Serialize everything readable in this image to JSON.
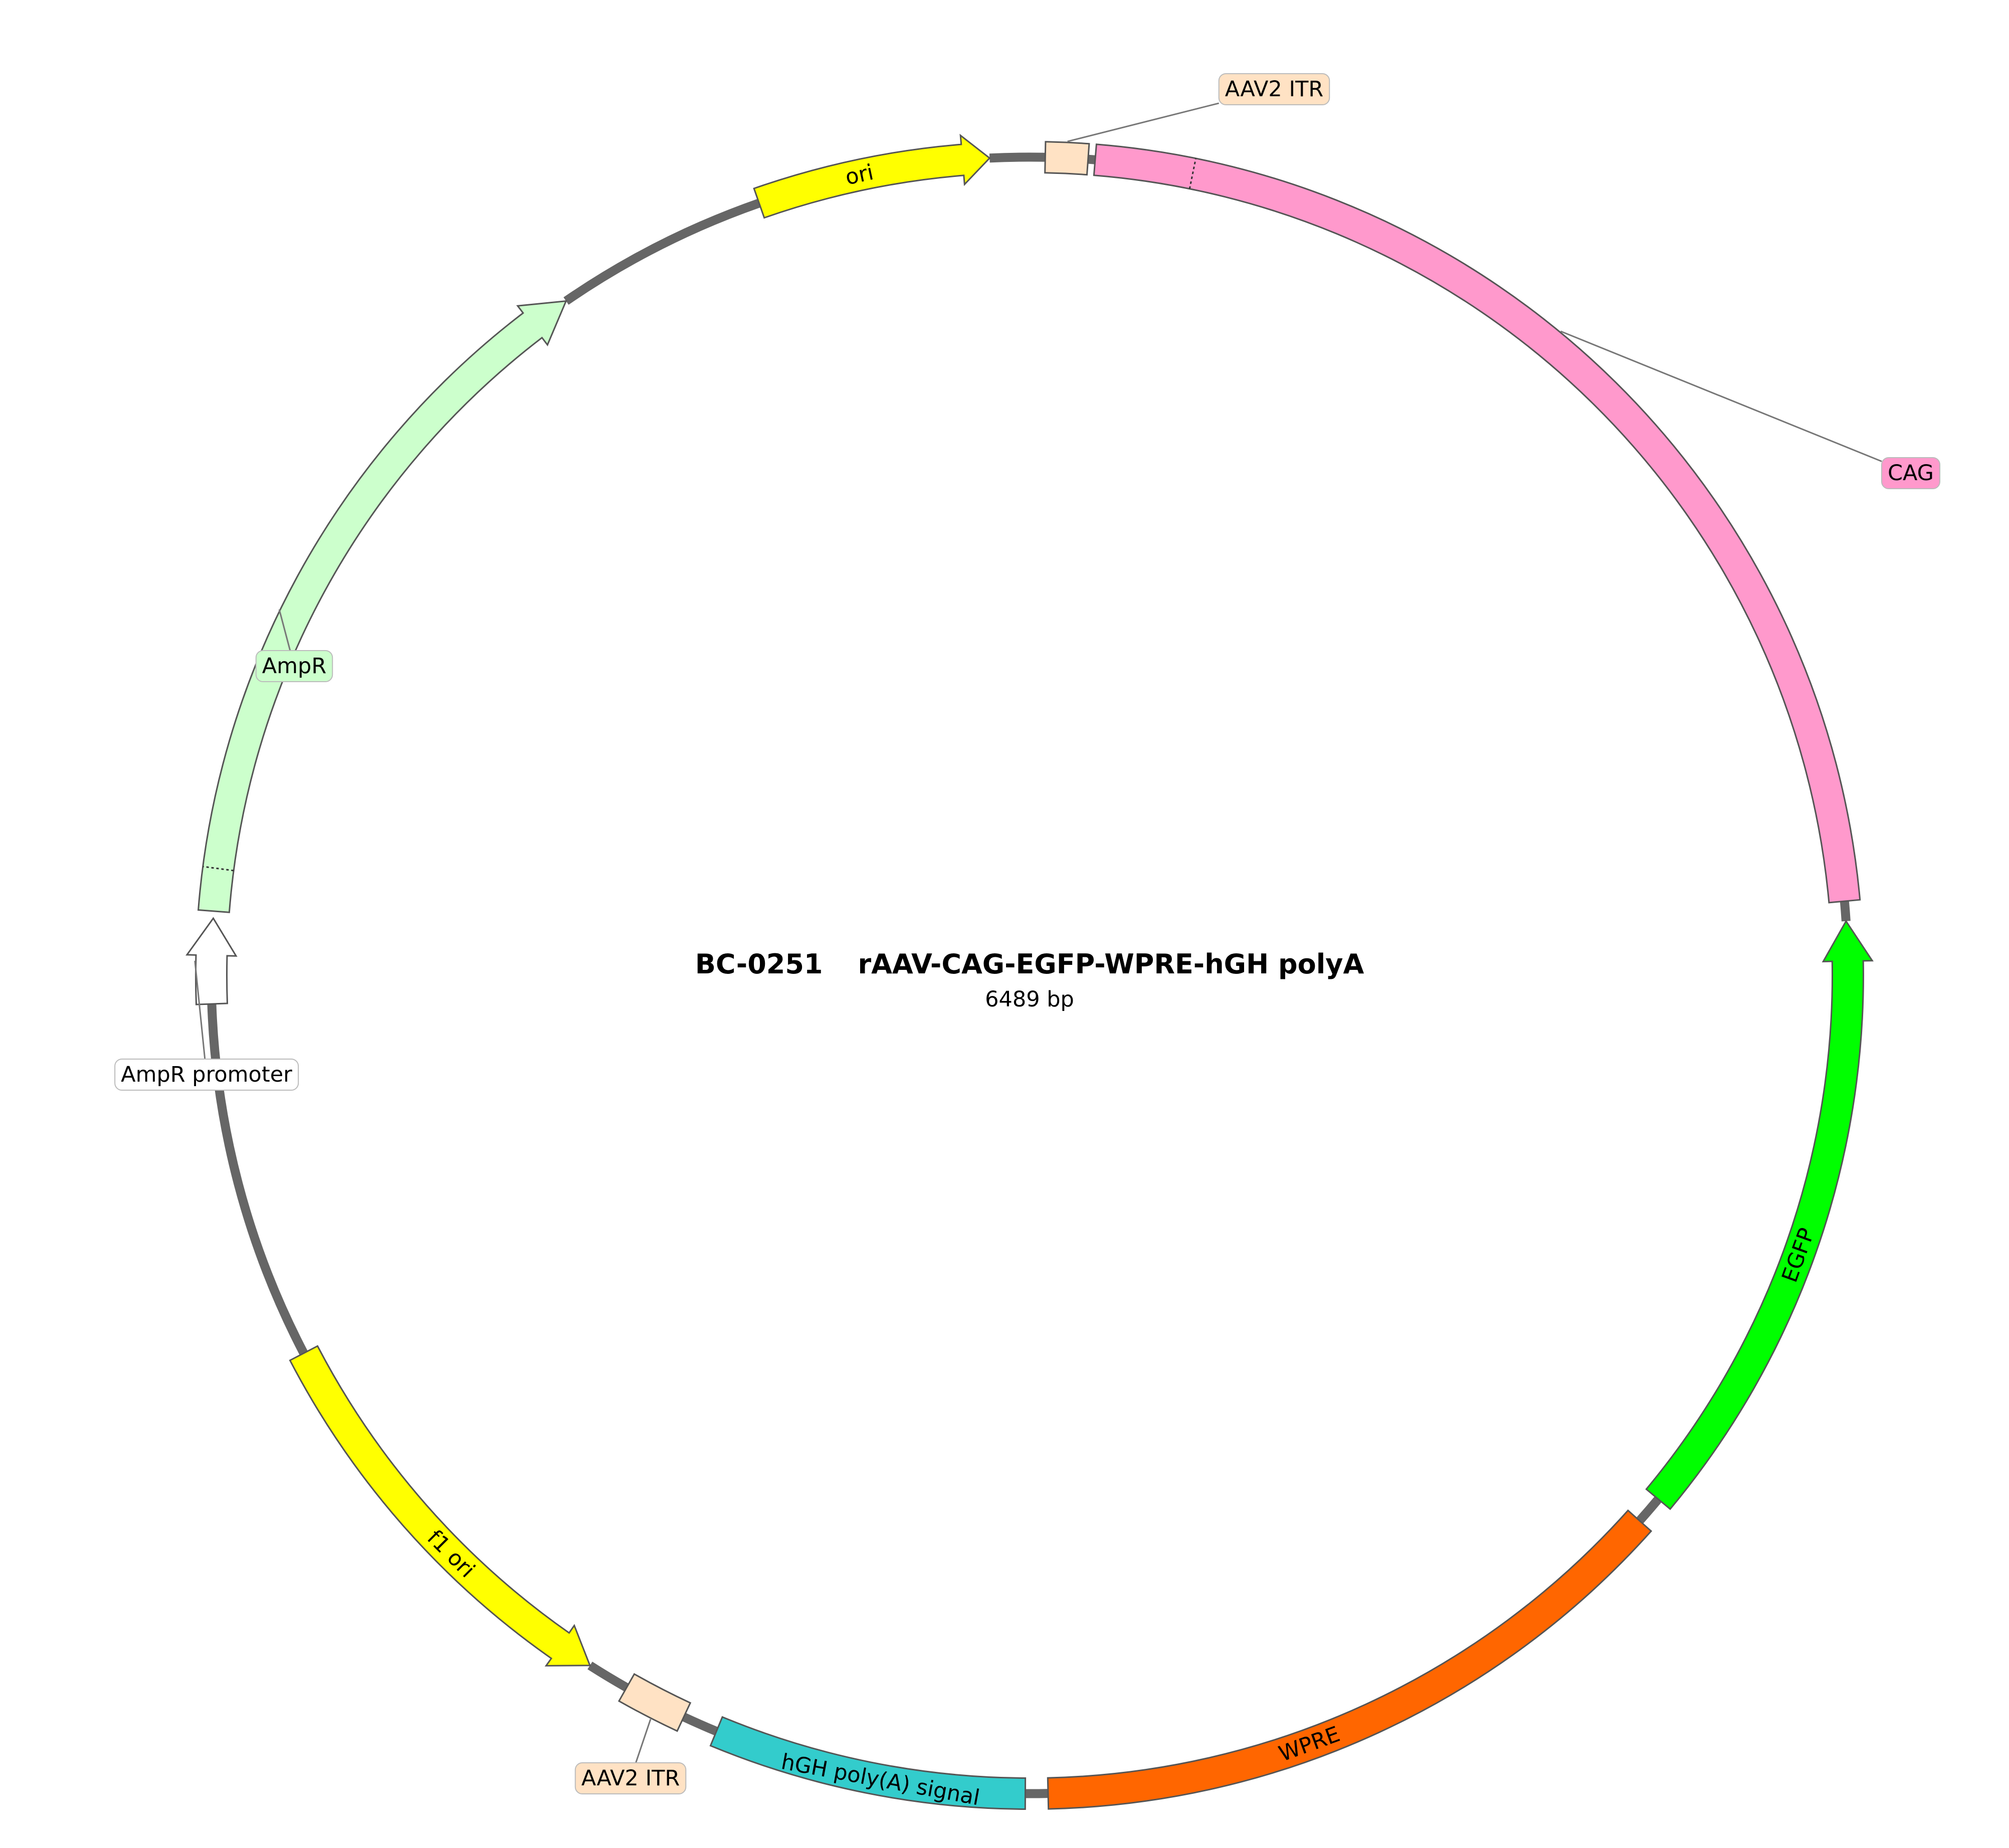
{
  "plasmid": {
    "id": "BC-0251",
    "name": "rAAV-CAG-EGFP-WPRE-hGH polyA",
    "length": "6489 bp"
  },
  "features": [
    {
      "name": "ori",
      "direction": "forward",
      "color": "#ffff00",
      "label": "ori",
      "label_style": "on-arc",
      "label_color": "#000000"
    },
    {
      "name": "AAV2 ITR",
      "direction": "none",
      "color": "#ffe2c4",
      "label": "AAV2 ITR",
      "label_style": "callout"
    },
    {
      "name": "CAG",
      "direction": "none",
      "color": "#ff99cc",
      "label": "CAG",
      "label_style": "callout"
    },
    {
      "name": "EGFP",
      "direction": "reverse",
      "color": "#00ff00",
      "label": "EGFP",
      "label_style": "on-arc",
      "label_color": "#000000"
    },
    {
      "name": "WPRE",
      "direction": "none",
      "color": "#ff6600",
      "label": "WPRE",
      "label_style": "on-arc",
      "label_color": "#ffffff"
    },
    {
      "name": "hGH poly(A) signal",
      "direction": "none",
      "color": "#33cccc",
      "label": "hGH poly(A) signal",
      "label_style": "on-arc",
      "label_color": "#000000"
    },
    {
      "name": "AAV2 ITR",
      "direction": "none",
      "color": "#ffe2c4",
      "label": "AAV2 ITR",
      "label_style": "callout"
    },
    {
      "name": "f1 ori",
      "direction": "reverse",
      "color": "#ffff00",
      "label": "f1 ori",
      "label_style": "on-arc",
      "label_color": "#000000"
    },
    {
      "name": "AmpR promoter",
      "direction": "forward",
      "color": "#ffffff",
      "label": "AmpR promoter",
      "label_style": "callout"
    },
    {
      "name": "AmpR",
      "direction": "forward",
      "color": "#ccffcc",
      "label": "AmpR",
      "label_style": "callout"
    }
  ],
  "colors": {
    "backbone": "#666666",
    "outline": "#555555",
    "leader": "#777777"
  }
}
